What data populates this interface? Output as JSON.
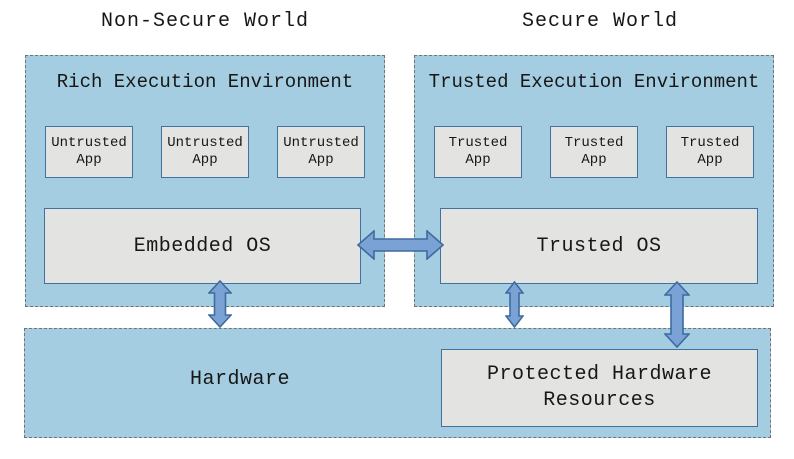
{
  "titles": {
    "non_secure_world": "Non-Secure World",
    "secure_world": "Secure World"
  },
  "non_secure": {
    "environment_label": "Rich Execution Environment",
    "apps": [
      "Untrusted App",
      "Untrusted App",
      "Untrusted App"
    ],
    "os_label": "Embedded OS"
  },
  "secure": {
    "environment_label": "Trusted Execution Environment",
    "apps": [
      "Trusted App",
      "Trusted App",
      "Trusted App"
    ],
    "os_label": "Trusted OS"
  },
  "hardware": {
    "label": "Hardware",
    "protected_label": "Protected Hardware Resources"
  },
  "colors": {
    "world_fill": "#a4cde1",
    "dashed_border": "#737373",
    "box_fill": "#e3e3e1",
    "box_border": "#41719c",
    "arrow_fill": "#7aa2d4",
    "arrow_stroke": "#3e6ba0",
    "text": "#171717"
  }
}
